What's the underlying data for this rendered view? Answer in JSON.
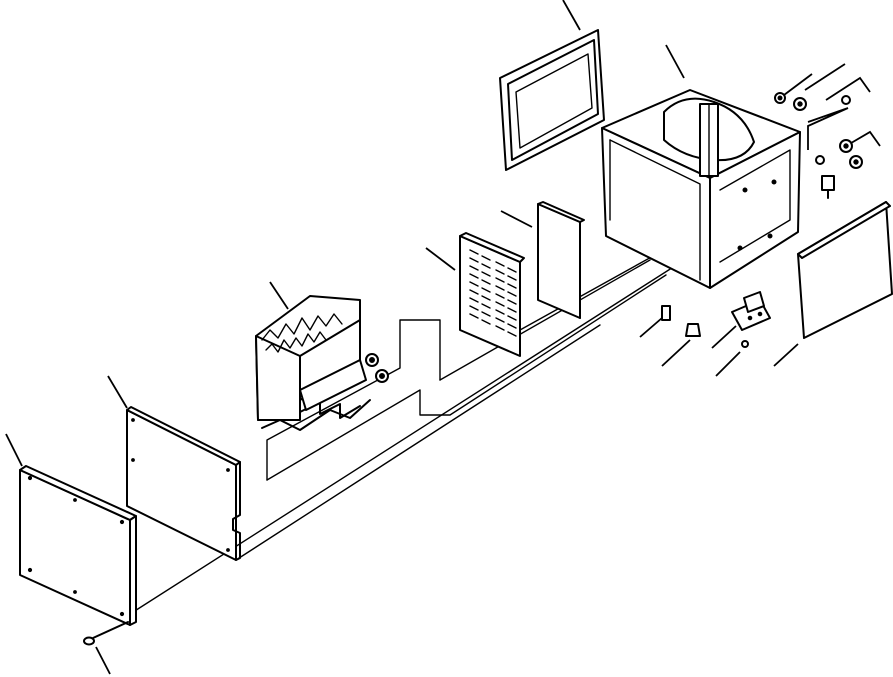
{
  "diagram": {
    "type": "exploded-parts-view",
    "background": "#ffffff",
    "line_color": "#000000",
    "parts": [
      "outer-cover-plate",
      "inner-cover-plate",
      "heater-core-unit",
      "louver-grille",
      "filter-panel",
      "gasket-frame",
      "housing-box",
      "side-cover-panel",
      "mounting-bracket",
      "bolts-and-washers",
      "screw"
    ]
  }
}
